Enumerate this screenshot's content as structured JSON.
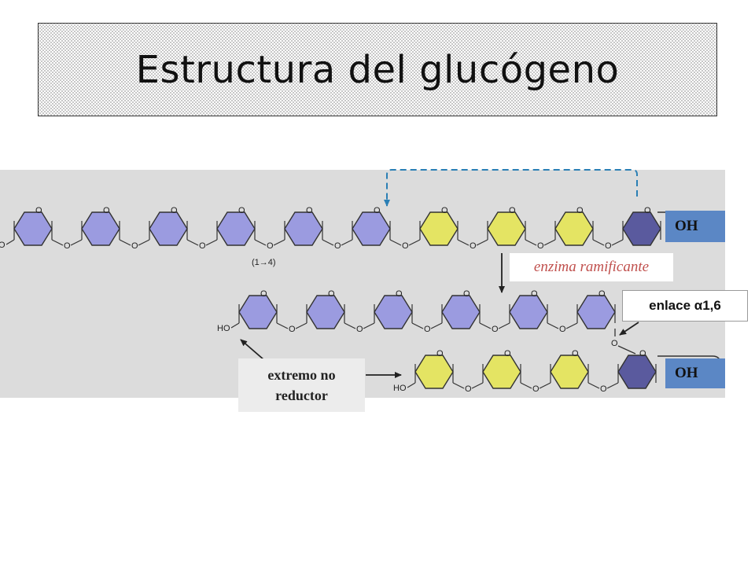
{
  "title": "Estructura del glucógeno",
  "labels": {
    "oh_top": "OH",
    "oh_bottom": "OH",
    "enzima": "enzima ramificante",
    "enlace": "enlace α1,6",
    "extremo_line1": "extremo no",
    "extremo_line2": "reductor",
    "linkage": "(1→4)",
    "ring_oxygen": "O",
    "bridge_oxygen": "O",
    "ho": "HO"
  },
  "colors": {
    "panel_bg": "#dcdcdc",
    "purple": "#9b9be0",
    "yellow": "#e4e463",
    "dark_blue": "#5a5a9e",
    "oh_tag": "#5b87c5",
    "dashed_arrow": "#2a7fb5",
    "enzima_text": "#c0504d"
  },
  "chains": {
    "top": [
      "purple",
      "purple",
      "purple",
      "purple",
      "purple",
      "purple",
      "yellow",
      "yellow",
      "yellow",
      "dark_blue"
    ],
    "middle": [
      "purple",
      "purple",
      "purple",
      "purple",
      "purple",
      "purple"
    ],
    "bottom": [
      "yellow",
      "yellow",
      "yellow",
      "dark_blue"
    ]
  }
}
